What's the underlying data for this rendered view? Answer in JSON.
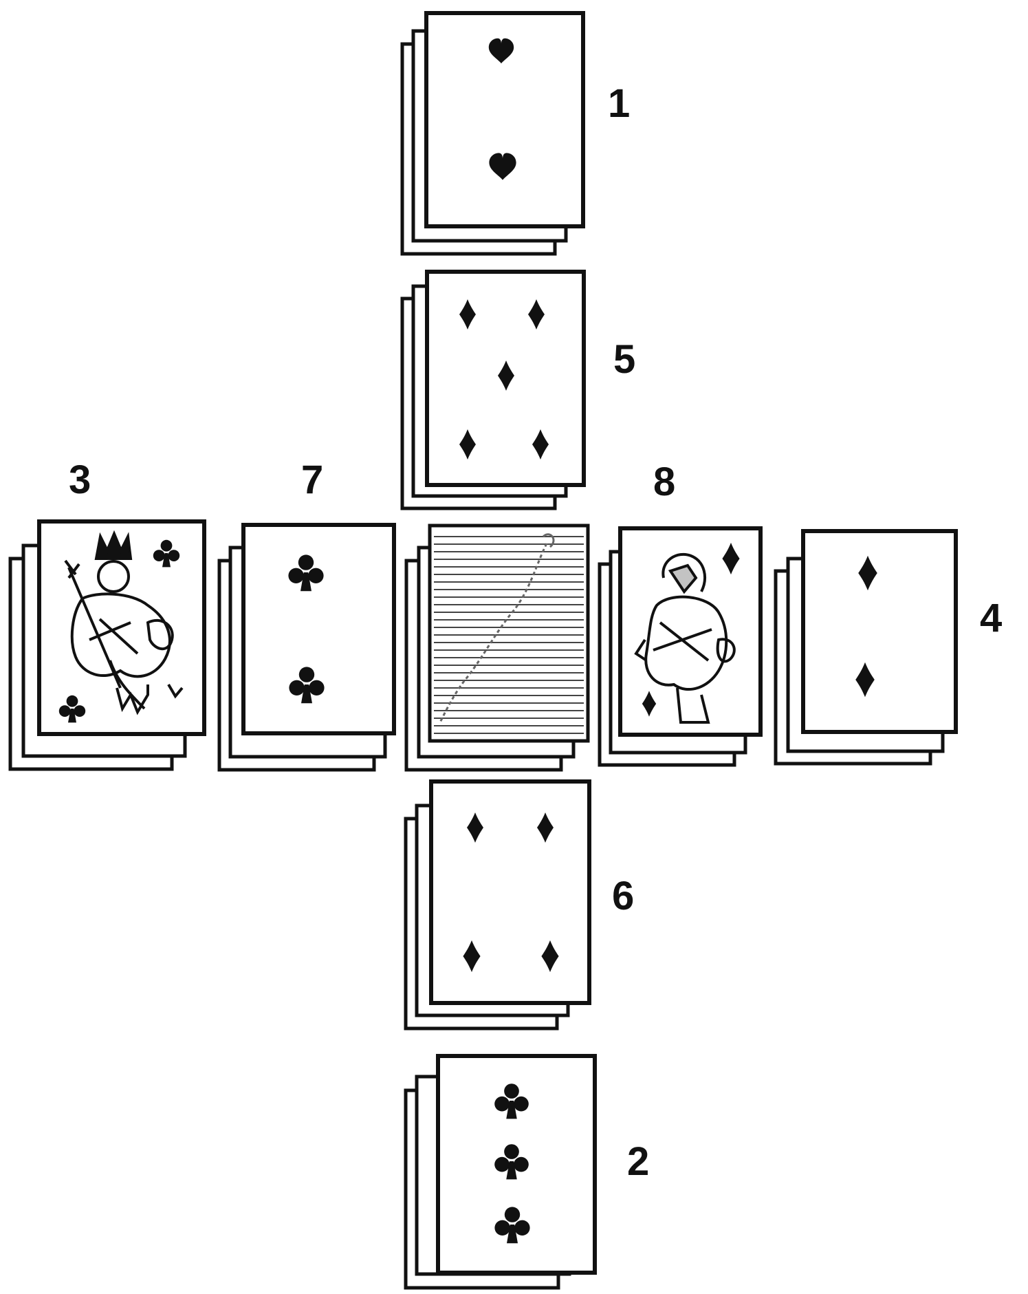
{
  "colors": {
    "ink": "#111111",
    "paper": "#ffffff"
  },
  "piles": [
    {
      "id": "pile-1",
      "label": "1",
      "card": "two-of-hearts",
      "suit": "hearts",
      "pips": 2
    },
    {
      "id": "pile-5",
      "label": "5",
      "card": "five-of-diamonds",
      "suit": "diamonds",
      "pips": 5
    },
    {
      "id": "pile-3",
      "label": "3",
      "card": "king-of-clubs",
      "suit": "clubs",
      "face": "king"
    },
    {
      "id": "pile-7",
      "label": "7",
      "card": "two-of-clubs",
      "suit": "clubs",
      "pips": 2
    },
    {
      "id": "stock",
      "label": "",
      "card": "face-down-stock"
    },
    {
      "id": "pile-8",
      "label": "8",
      "card": "jack-of-diamonds",
      "suit": "diamonds",
      "face": "jack"
    },
    {
      "id": "pile-4",
      "label": "4",
      "card": "two-of-diamonds",
      "suit": "diamonds",
      "pips": 2
    },
    {
      "id": "pile-6",
      "label": "6",
      "card": "four-of-diamonds",
      "suit": "diamonds",
      "pips": 4
    },
    {
      "id": "pile-2",
      "label": "2",
      "card": "three-of-clubs",
      "suit": "clubs",
      "pips": 3
    }
  ]
}
